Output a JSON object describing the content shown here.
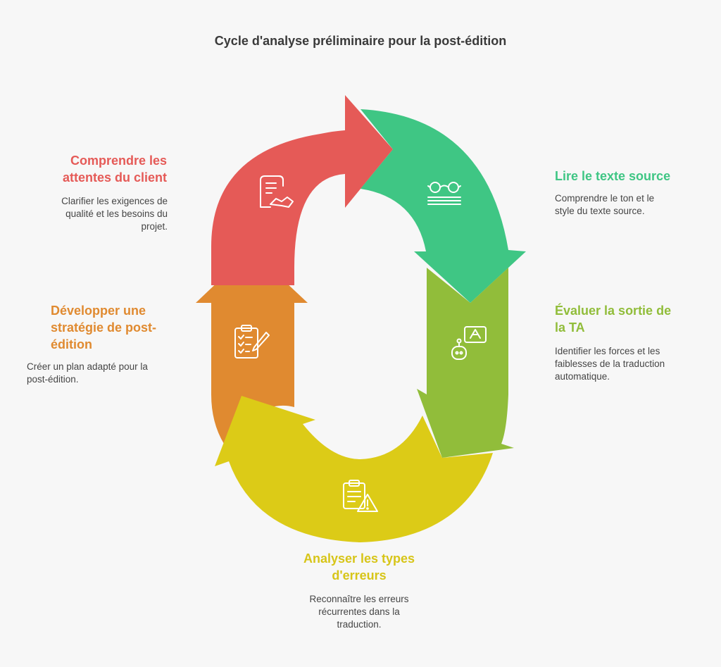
{
  "title": "Cycle d'analyse préliminaire pour la post-édition",
  "steps": [
    {
      "title": "Comprendre les attentes du client",
      "description": "Clarifier les exigences de qualité et les besoins du projet.",
      "color": "#e55a57",
      "icon": "contract-handshake-icon"
    },
    {
      "title": "Lire le texte source",
      "description": "Comprendre le ton et le style du texte source.",
      "color": "#3fc684",
      "icon": "glasses-book-icon"
    },
    {
      "title": "Évaluer la sortie de la TA",
      "description": "Identifier les forces et les faiblesses de la traduction automatique.",
      "color": "#91bd3a",
      "icon": "robot-translation-icon"
    },
    {
      "title": "Analyser les types d'erreurs",
      "description": "Reconnaître les erreurs récurrentes dans la traduction.",
      "color": "#dccb17",
      "icon": "clipboard-warning-icon"
    },
    {
      "title": "Développer une stratégie de post-édition",
      "description": "Créer un plan adapté pour la post-édition.",
      "color": "#e08a30",
      "icon": "checklist-pen-icon"
    }
  ]
}
